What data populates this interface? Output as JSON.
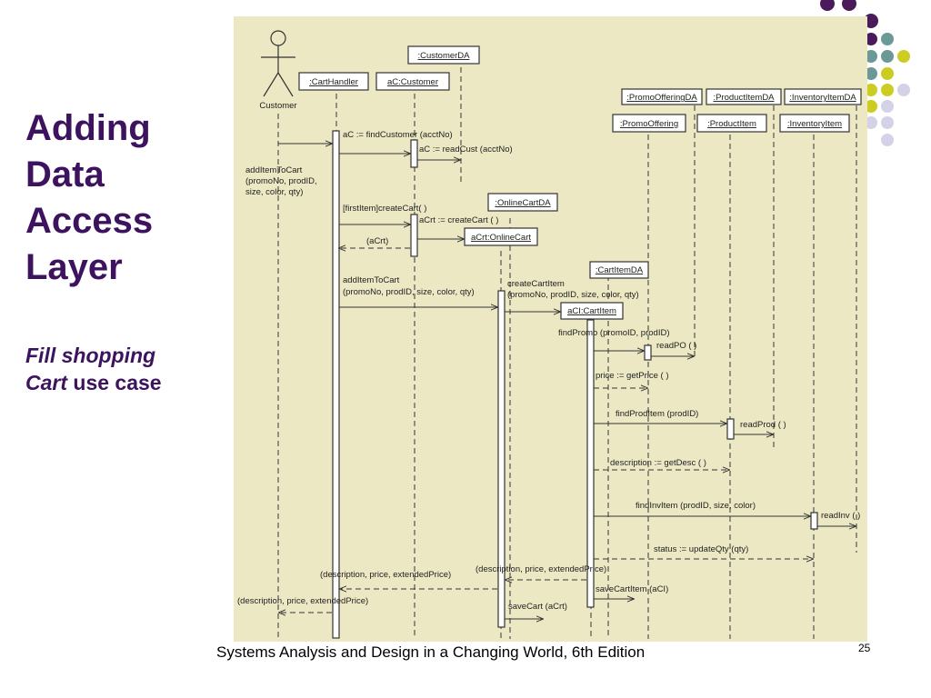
{
  "slide": {
    "title": [
      "Adding",
      "Data",
      "Access",
      "Layer"
    ],
    "subtitle_italic_1": "Fill shopping",
    "subtitle_italic_2": "Cart",
    "subtitle_rest": " use case",
    "footer": "Systems Analysis and Design in a Changing World, 6th Edition",
    "page_number": "25"
  },
  "colors": {
    "title": "#3d1360",
    "diagram_bg": "#ede8c4",
    "dot_purple": "#4a1a5a",
    "dot_teal": "#6b9a96",
    "dot_yellow": "#cccc22",
    "dot_lavender": "#d4d2e6"
  },
  "diagram": {
    "actor": "Customer",
    "lifelines": [
      {
        "id": "cartHandler",
        "label": ":CartHandler"
      },
      {
        "id": "customer",
        "label": "aC:Customer"
      },
      {
        "id": "customerDA",
        "label": ":CustomerDA"
      },
      {
        "id": "onlineCartDA",
        "label": ":OnlineCartDA"
      },
      {
        "id": "onlineCart",
        "label": "aCrt:OnlineCart"
      },
      {
        "id": "cartItemDA",
        "label": ":CartItemDA"
      },
      {
        "id": "cartItem",
        "label": "aCI:CartItem"
      },
      {
        "id": "promoOfferingDA",
        "label": ":PromoOfferingDA"
      },
      {
        "id": "promoOffering",
        "label": ":PromoOffering"
      },
      {
        "id": "productItemDA",
        "label": ":ProductItemDA"
      },
      {
        "id": "productItem",
        "label": ":ProductItem"
      },
      {
        "id": "inventoryItemDA",
        "label": ":InventoryItemDA"
      },
      {
        "id": "inventoryItem",
        "label": ":InventoryItem"
      }
    ],
    "messages": [
      {
        "id": "addItemToCart1",
        "lines": [
          "addItemToCart",
          "(promoNo, prodID,",
          "size, color, qty)"
        ]
      },
      {
        "id": "findCustomer",
        "lines": [
          "aC := findCustomer (acctNo)"
        ]
      },
      {
        "id": "readCust",
        "lines": [
          "aC := readCust (acctNo)"
        ]
      },
      {
        "id": "createCart",
        "lines": [
          "[firstItem]createCart( )"
        ]
      },
      {
        "id": "createCart2",
        "lines": [
          "aCrt := createCart ( )"
        ]
      },
      {
        "id": "aCrtReturn",
        "lines": [
          "(aCrt)"
        ]
      },
      {
        "id": "addItemToCart2",
        "lines": [
          "addItemToCart",
          "(promoNo, prodID, size, color, qty)"
        ]
      },
      {
        "id": "createCartItem",
        "lines": [
          "createCartItem",
          "(promoNo, prodID, size, color, qty)"
        ]
      },
      {
        "id": "findPromo",
        "lines": [
          "findPromo (promoID, prodID)"
        ]
      },
      {
        "id": "readPO",
        "lines": [
          "readPO ( )"
        ]
      },
      {
        "id": "getPrice",
        "lines": [
          "price := getPrice ( )"
        ]
      },
      {
        "id": "findProdItem",
        "lines": [
          "findProdItem (prodID)"
        ]
      },
      {
        "id": "readProd",
        "lines": [
          "readProd ( )"
        ]
      },
      {
        "id": "getDesc",
        "lines": [
          "description := getDesc ( )"
        ]
      },
      {
        "id": "findInvItem",
        "lines": [
          "findInvItem (prodID, size, color)"
        ]
      },
      {
        "id": "readInv",
        "lines": [
          "readInv ( )"
        ]
      },
      {
        "id": "updateQty",
        "lines": [
          "status := updateQty (qty)"
        ]
      },
      {
        "id": "ret1",
        "lines": [
          "(description, price, extendedPrice)"
        ]
      },
      {
        "id": "ret2",
        "lines": [
          "(description, price, extendedPrice)"
        ]
      },
      {
        "id": "saveCartItem",
        "lines": [
          "saveCartItem (aCI)"
        ]
      },
      {
        "id": "ret3",
        "lines": [
          "(description, price, extendedPrice)"
        ]
      },
      {
        "id": "saveCart",
        "lines": [
          "saveCart (aCrt)"
        ]
      }
    ]
  }
}
